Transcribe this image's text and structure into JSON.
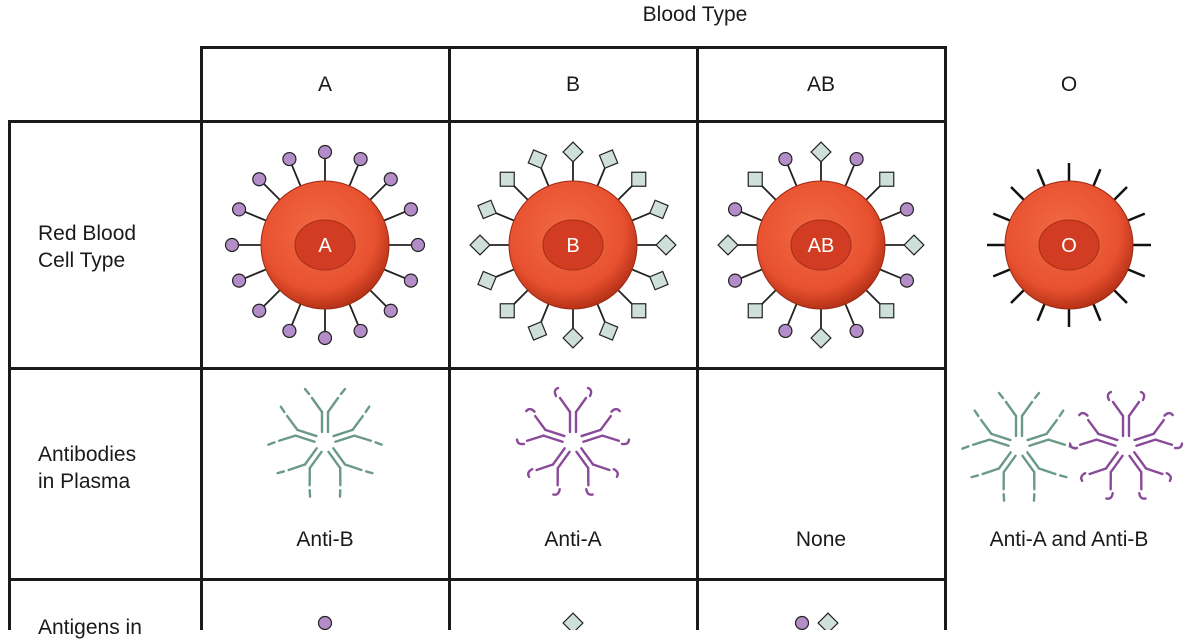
{
  "title": "Blood Type",
  "columns": [
    "A",
    "B",
    "AB",
    "O"
  ],
  "rows": {
    "rbc": [
      "Red Blood",
      "Cell Type"
    ],
    "antibodies": [
      "Antibodies",
      "in Plasma"
    ],
    "antigens": [
      "Antigens in"
    ]
  },
  "cells": {
    "A": {
      "rbc_label": "A",
      "antibody": "Anti-B"
    },
    "B": {
      "rbc_label": "B",
      "antibody": "Anti-A"
    },
    "AB": {
      "rbc_label": "AB",
      "antibody": "None"
    },
    "O": {
      "rbc_label": "O",
      "antibody": "Anti-A and Anti-B"
    }
  },
  "colors": {
    "cell_fill": "#e8512f",
    "cell_core": "#d23c22",
    "antigen_a": "#b48cc8",
    "antigen_b": "#cfe0da",
    "anti_b_antibody": "#6a9a86",
    "anti_a_antibody": "#8a4a9a",
    "grid": "#1a1a1a"
  }
}
